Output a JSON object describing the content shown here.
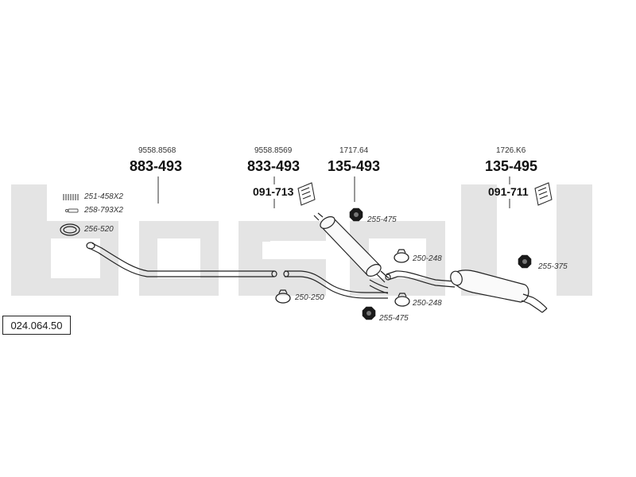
{
  "colors": {
    "watermark": "#e3e3e3",
    "line": "#222222"
  },
  "watermark": {
    "text": "bosal"
  },
  "diagram_id": "024.064.50",
  "assemblies": [
    {
      "ref": "9558.8568",
      "part": "883-493"
    },
    {
      "ref": "9558.8569",
      "part": "833-493",
      "sub_part": "091-713"
    },
    {
      "ref": "1717.64",
      "part": "135-493"
    },
    {
      "ref": "1726.K6",
      "part": "135-495",
      "sub_part": "091-711"
    }
  ],
  "accessories": [
    {
      "code": "251-458X2",
      "icon": "spring-icon"
    },
    {
      "code": "258-793X2",
      "icon": "bolt-icon"
    },
    {
      "code": "256-520",
      "icon": "gasket-ring-icon"
    },
    {
      "code": "255-475",
      "icon": "rubber-mount-icon"
    },
    {
      "code": "250-248",
      "icon": "clamp-icon"
    },
    {
      "code": "250-250",
      "icon": "clamp-icon"
    },
    {
      "code": "250-248",
      "icon": "clamp-icon"
    },
    {
      "code": "255-475",
      "icon": "rubber-mount-icon"
    },
    {
      "code": "255-375",
      "icon": "rubber-mount-icon"
    }
  ]
}
